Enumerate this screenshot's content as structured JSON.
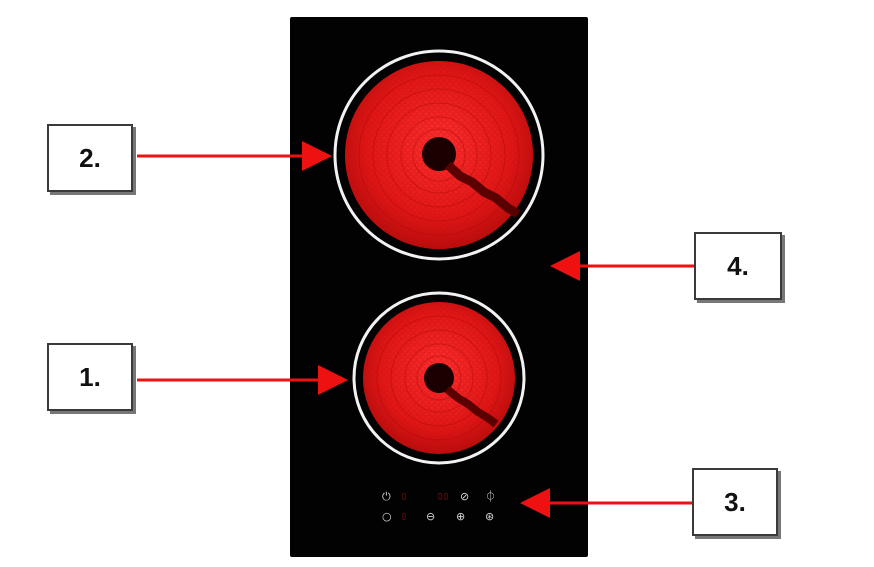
{
  "labels": {
    "one": "1.",
    "two": "2.",
    "three": "3.",
    "four": "4."
  },
  "colors": {
    "hob": "#020202",
    "burner": "#e0191b",
    "ring": "#f2f2f2",
    "arrow": "#ee1111"
  },
  "controls": {
    "top_row": [
      "power-icon",
      "left-digit",
      "timer-digits",
      "lock-icon",
      "power-key-icon"
    ],
    "bottom_row": [
      "bulb-icon",
      "right-digit",
      "minus-icon",
      "plus-icon",
      "boost-icon"
    ]
  }
}
